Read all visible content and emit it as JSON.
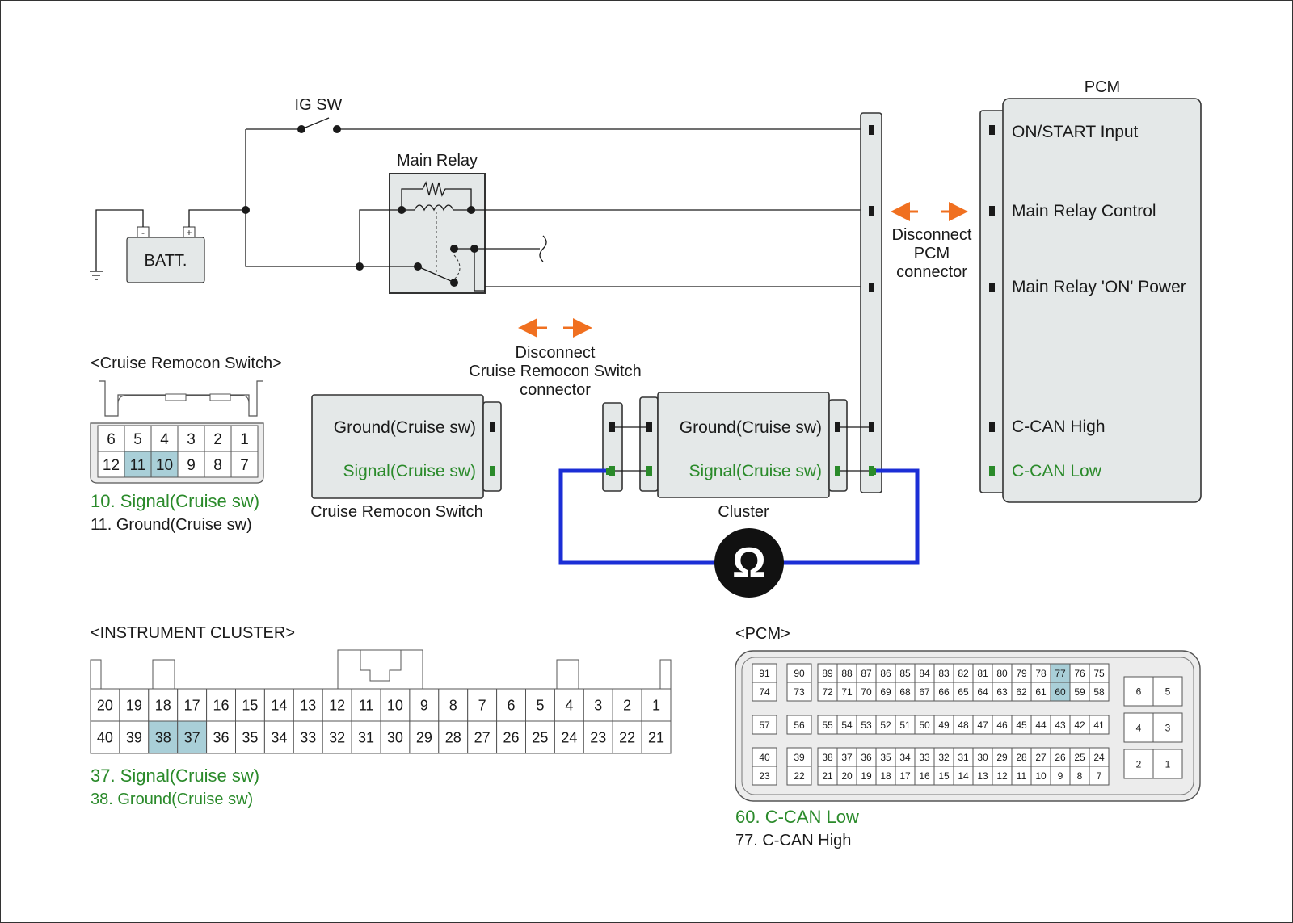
{
  "top": {
    "ig_sw": "IG SW",
    "main_relay": "Main Relay",
    "battery": "BATT.",
    "battery_neg": "-",
    "battery_pos": "+",
    "disconnect_pcm": [
      "Disconnect",
      "PCM",
      "connector"
    ],
    "disconnect_cruise": [
      "Disconnect",
      "Cruise Remocon Switch",
      "connector"
    ]
  },
  "pcm_box": {
    "title": "PCM",
    "pins": [
      {
        "label": "ON/START Input",
        "color": "#1a1a1a"
      },
      {
        "label": "Main Relay Control",
        "color": "#1a1a1a"
      },
      {
        "label": "Main Relay 'ON' Power",
        "color": "#1a1a1a"
      },
      {
        "label": "C-CAN High",
        "color": "#1a1a1a"
      },
      {
        "label": "C-CAN Low",
        "color": "#2a8a2a"
      }
    ]
  },
  "cruise_switch_box": {
    "ground": "Ground(Cruise sw)",
    "signal": "Signal(Cruise sw)",
    "caption": "Cruise Remocon Switch"
  },
  "cluster_box": {
    "ground": "Ground(Cruise sw)",
    "signal": "Signal(Cruise sw)",
    "caption": "Cluster",
    "meter_symbol": "Ω"
  },
  "cruise_connector": {
    "title": "<Cruise Remocon Switch>",
    "row1": [
      "6",
      "5",
      "4",
      "3",
      "2",
      "1"
    ],
    "row2": [
      "12",
      "11",
      "10",
      "9",
      "8",
      "7"
    ],
    "highlighted": [
      "11",
      "10"
    ],
    "legend": [
      {
        "text": "10. Signal(Cruise sw)",
        "color": "green"
      },
      {
        "text": "11. Ground(Cruise sw)",
        "color": "black"
      }
    ]
  },
  "cluster_connector": {
    "title": "<INSTRUMENT CLUSTER>",
    "row1": [
      "20",
      "19",
      "18",
      "17",
      "16",
      "15",
      "14",
      "13",
      "12",
      "11",
      "10",
      "9",
      "8",
      "7",
      "6",
      "5",
      "4",
      "3",
      "2",
      "1"
    ],
    "row2": [
      "40",
      "39",
      "38",
      "37",
      "36",
      "35",
      "34",
      "33",
      "32",
      "31",
      "30",
      "29",
      "28",
      "27",
      "26",
      "25",
      "24",
      "23",
      "22",
      "21"
    ],
    "highlighted": [
      "38",
      "37"
    ],
    "legend": [
      {
        "text": "37. Signal(Cruise sw)",
        "color": "green"
      },
      {
        "text": "38. Ground(Cruise sw)",
        "color": "green"
      }
    ]
  },
  "pcm_connector": {
    "title": "<PCM>",
    "left_rows": [
      [
        "91",
        "90"
      ],
      [
        "74",
        "73"
      ],
      [
        "57",
        "56"
      ],
      [
        "40",
        "39"
      ],
      [
        "23",
        "22"
      ]
    ],
    "main_rows": [
      [
        "89",
        "88",
        "87",
        "86",
        "85",
        "84",
        "83",
        "82",
        "81",
        "80",
        "79",
        "78",
        "77",
        "76",
        "75"
      ],
      [
        "72",
        "71",
        "70",
        "69",
        "68",
        "67",
        "66",
        "65",
        "64",
        "63",
        "62",
        "61",
        "60",
        "59",
        "58"
      ],
      [
        "55",
        "54",
        "53",
        "52",
        "51",
        "50",
        "49",
        "48",
        "47",
        "46",
        "45",
        "44",
        "43",
        "42",
        "41"
      ],
      [
        "38",
        "37",
        "36",
        "35",
        "34",
        "33",
        "32",
        "31",
        "30",
        "29",
        "28",
        "27",
        "26",
        "25",
        "24"
      ],
      [
        "21",
        "20",
        "19",
        "18",
        "17",
        "16",
        "15",
        "14",
        "13",
        "12",
        "11",
        "10",
        "9",
        "8",
        "7"
      ]
    ],
    "right_rows": [
      [
        "6",
        "5"
      ],
      [
        "4",
        "3"
      ],
      [
        "2",
        "1"
      ]
    ],
    "highlighted": [
      "77",
      "60"
    ],
    "legend": [
      {
        "text": "60. C-CAN Low",
        "color": "green"
      },
      {
        "text": "77. C-CAN High",
        "color": "black"
      }
    ]
  },
  "colors": {
    "wire": "#1a1a1a",
    "meter_wire": "#1b2ed6",
    "arrow": "#f07020",
    "highlight": "#a9cfd8",
    "green_text": "#2a8a2a",
    "panel": "#e4e8e8"
  }
}
